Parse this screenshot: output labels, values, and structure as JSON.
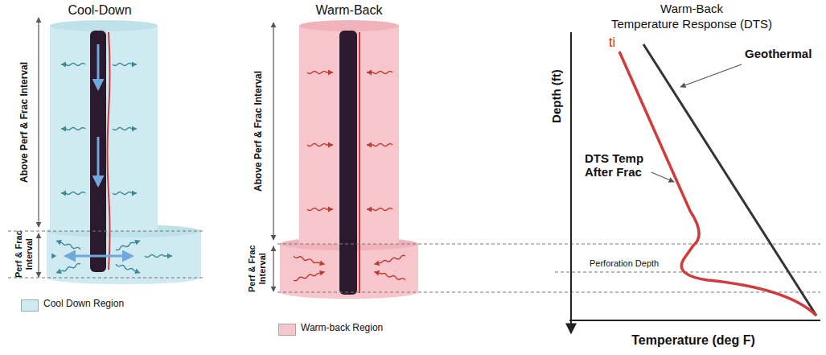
{
  "diagram": {
    "labels": [
      "Cool-Down",
      "Above Perf & Frac Interval",
      "Perf & Frac Interval",
      "Warm-Back",
      "Above Perf & Frac Interval",
      "Perf & Frac Interval",
      "Warm-Back",
      "Temperature Response (DTS)",
      "ti",
      "Geothermal",
      "DTS Temp After Frac",
      "Perforation Depth",
      "Depth (ft)",
      "Temperature (deg F)"
    ],
    "legend": [
      {
        "text": "Cool Down Region",
        "color": "#cfeaf1"
      },
      {
        "text": "Warm-back Region",
        "color": "#f6c6cc"
      }
    ]
  }
}
